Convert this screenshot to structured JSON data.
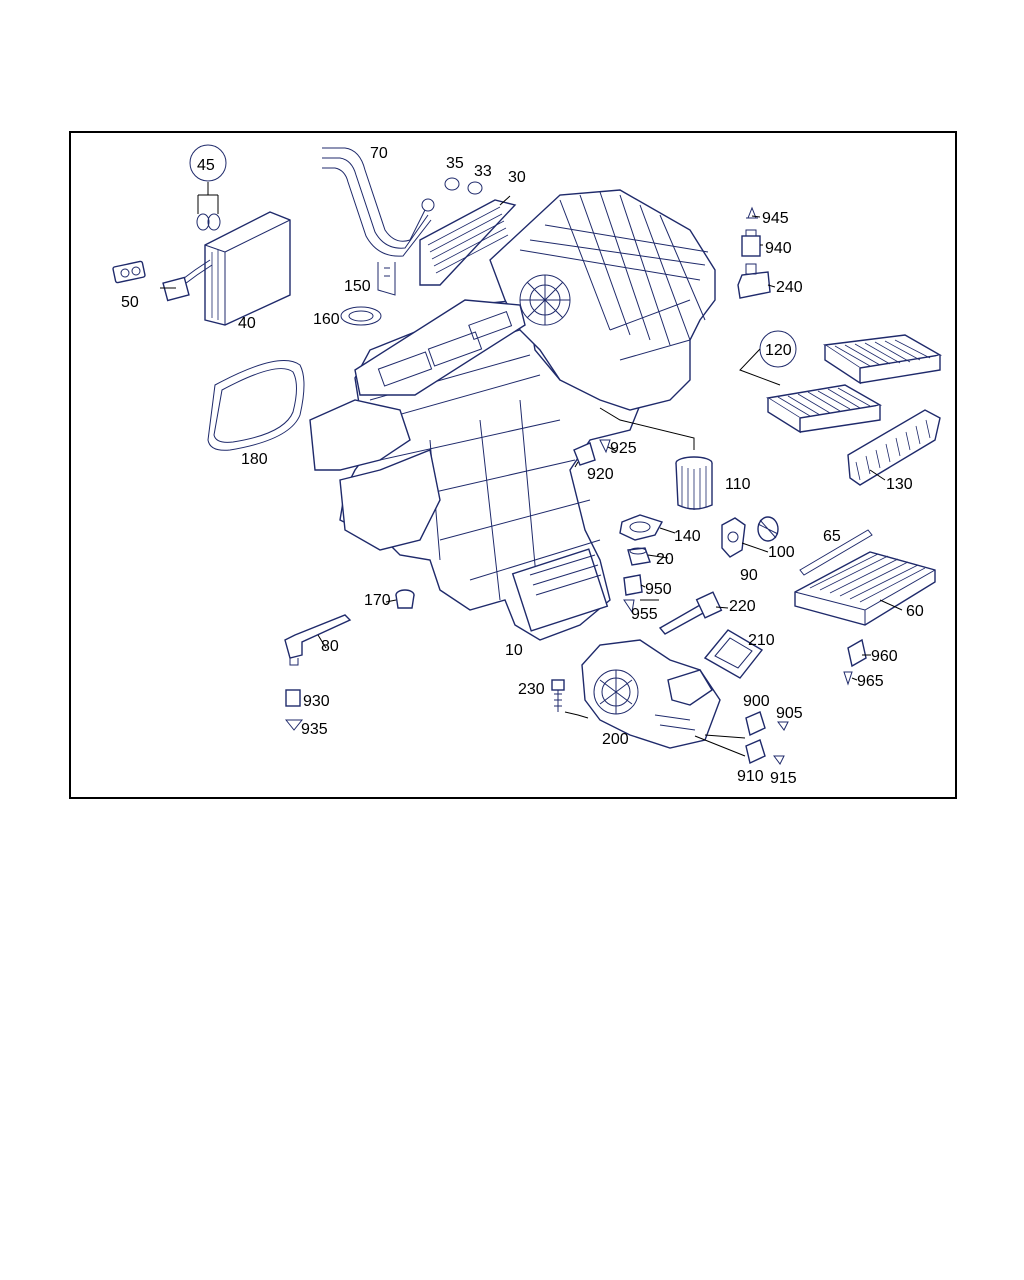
{
  "colors": {
    "frame": "#000000",
    "parts": "#1f2a6b",
    "background": "#ffffff"
  },
  "labels": {
    "l10": "10",
    "l20": "20",
    "l30": "30",
    "l33": "33",
    "l35": "35",
    "l40": "40",
    "l45": "45",
    "l50": "50",
    "l60": "60",
    "l65": "65",
    "l70": "70",
    "l80": "80",
    "l90": "90",
    "l100": "100",
    "l110": "110",
    "l120": "120",
    "l130": "130",
    "l140": "140",
    "l150": "150",
    "l160": "160",
    "l170": "170",
    "l180": "180",
    "l200": "200",
    "l210": "210",
    "l220": "220",
    "l230": "230",
    "l240": "240",
    "l900": "900",
    "l905": "905",
    "l910": "910",
    "l915": "915",
    "l920": "920",
    "l925": "925",
    "l930": "930",
    "l935": "935",
    "l940": "940",
    "l945": "945",
    "l950": "950",
    "l955": "955",
    "l960": "960",
    "l965": "965"
  }
}
